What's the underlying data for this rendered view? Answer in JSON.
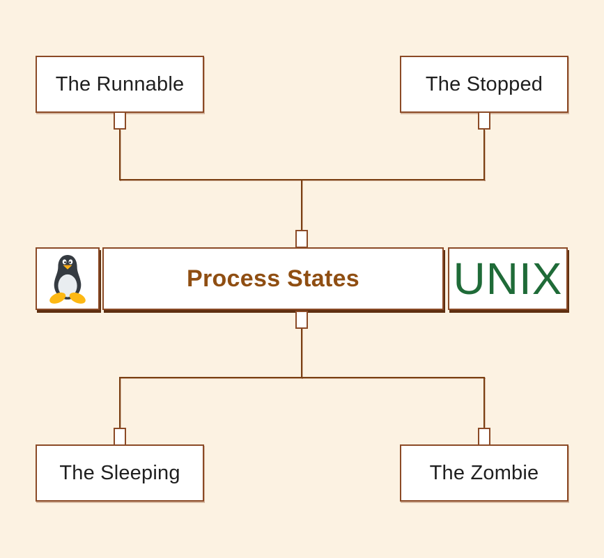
{
  "diagram": {
    "background_color": "#FCF2E2",
    "box_fill": "#FFFFFF",
    "box_border_color": "#8B4A26",
    "connector_color": "#7A3F12",
    "shadow_color": "#5E2F10",
    "center_title": "Process States",
    "center_title_color": "#8F4E12",
    "unix_label": "UNIX",
    "unix_color": "#1F6B38",
    "tux_icon": "tux-penguin-icon",
    "node_text_color": "#1F1F1F",
    "nodes": [
      {
        "id": "runnable",
        "label": "The Runnable"
      },
      {
        "id": "stopped",
        "label": "The Stopped"
      },
      {
        "id": "sleeping",
        "label": "The Sleeping"
      },
      {
        "id": "zombie",
        "label": "The Zombie"
      }
    ]
  }
}
